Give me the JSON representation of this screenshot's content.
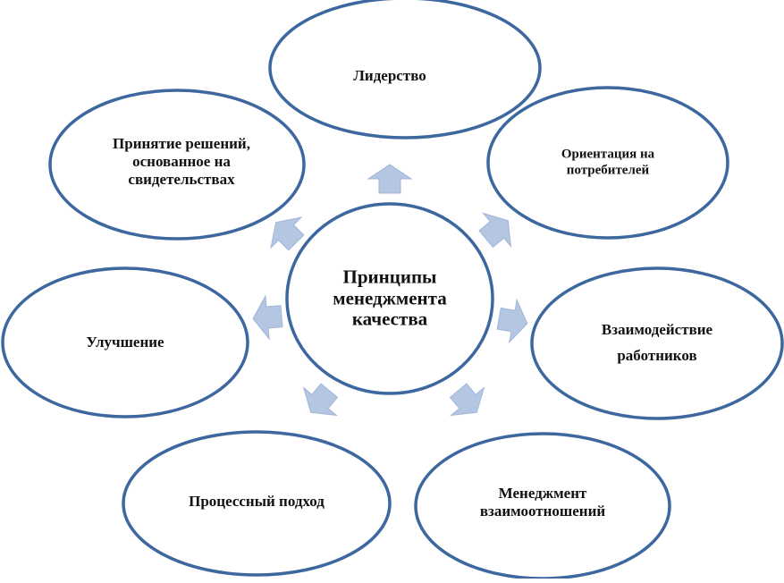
{
  "diagram": {
    "center": {
      "lines": [
        "Принципы",
        "менеджмента",
        "качества"
      ]
    },
    "nodes": [
      {
        "id": "leadership",
        "lines": [
          "Лидерство"
        ]
      },
      {
        "id": "customer-focus",
        "lines": [
          "Ориентация на",
          "потребителей"
        ]
      },
      {
        "id": "engagement",
        "lines": [
          "Взаимодействие",
          "работников"
        ]
      },
      {
        "id": "relationship",
        "lines": [
          "Менеджмент",
          "взаимоотношений"
        ]
      },
      {
        "id": "process",
        "lines": [
          "Процессный подход"
        ]
      },
      {
        "id": "improvement",
        "lines": [
          "Улучшение"
        ]
      },
      {
        "id": "evidence",
        "lines": [
          "Принятие решений,",
          "основанное на",
          "свидетельствах"
        ]
      }
    ],
    "colors": {
      "ellipse_stroke": "#3D679F",
      "ellipse_fill": "#FFFFFF",
      "arrow_fill": "#B4C6E2",
      "arrow_stroke": "#A0B5D8",
      "text": "#111111"
    }
  }
}
